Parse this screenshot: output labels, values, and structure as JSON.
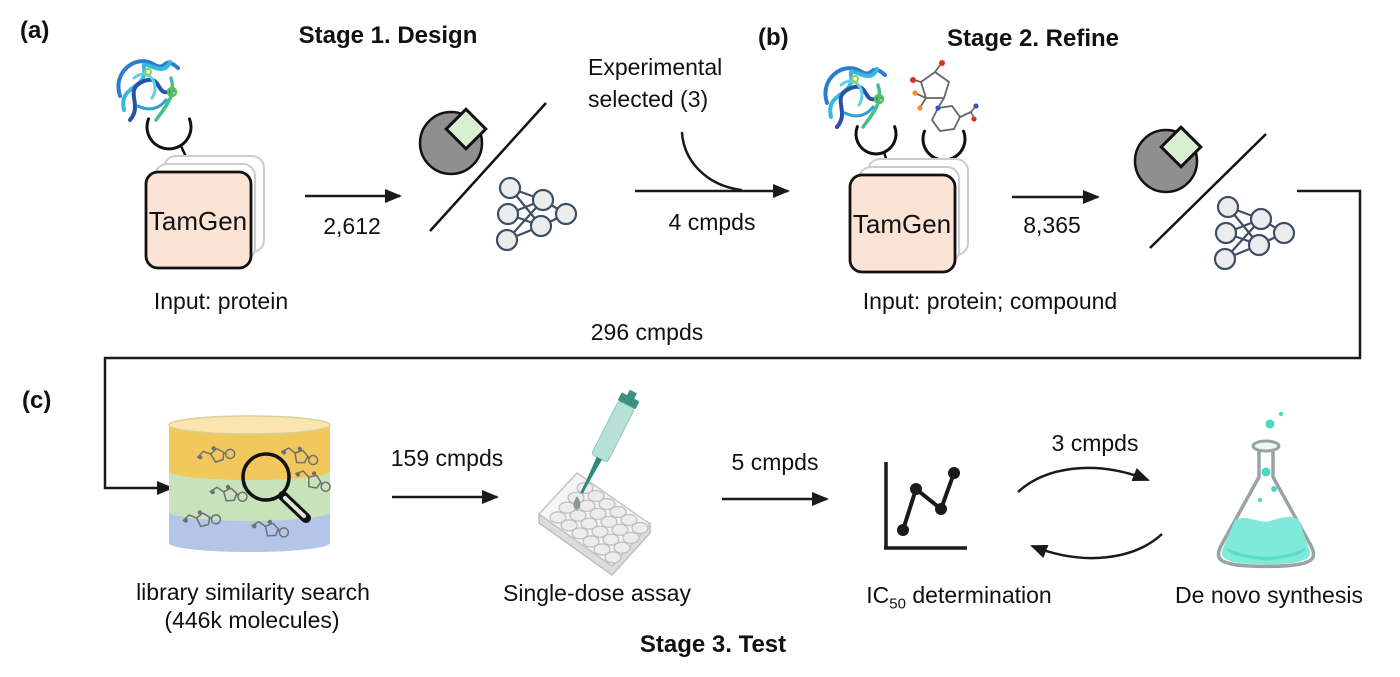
{
  "figure": {
    "panel_a": {
      "label": "(a)",
      "title": "Stage 1. Design",
      "model_name": "TamGen",
      "input_caption": "Input: protein",
      "generated_count": "2,612",
      "note_line1": "Experimental",
      "note_line2": "selected (3)",
      "selected_count": "4 cmpds"
    },
    "panel_b": {
      "label": "(b)",
      "title": "Stage 2. Refine",
      "model_name": "TamGen",
      "input_caption": "Input: protein; compound",
      "generated_count": "8,365",
      "output_count": "296 cmpds"
    },
    "panel_c": {
      "label": "(c)",
      "title": "Stage 3. Test",
      "library_caption_line1": "library similarity search",
      "library_caption_line2": "(446k molecules)",
      "library_hits_count": "159 cmpds",
      "assay_caption": "Single-dose assay",
      "assay_hits_count": "5 cmpds",
      "ic50_prefix": "IC",
      "ic50_sub": "50",
      "ic50_suffix": " determination",
      "cycle_count": "3 cmpds",
      "synthesis_caption": "De novo synthesis"
    },
    "icons": {
      "protein_icon": "protein-3d-structure",
      "pocket_icon": "binding-pocket-arc",
      "filter_icon": "circle-with-green-diamond-selector",
      "nn_icon": "neural-network",
      "library_icon": "compound-library-cylinder-with-magnifier",
      "assay_icon": "pipette-and-well-plate",
      "ic50_icon": "dose-response-chart",
      "cycle_icon": "iteration-cycle-arrows",
      "flask_icon": "erlenmeyer-flask"
    },
    "colors": {
      "tamgen_box_fill": "#fbe3d6",
      "filter_circle_fill": "#8f8f8f",
      "filter_diamond_fill": "#daeed2",
      "nn_node_stroke": "#3d4e66",
      "cylinder_yellow": "#f2c75c",
      "cylinder_green": "#c8e2ba",
      "cylinder_blue": "#b3c6e8",
      "cylinder_top": "#f8e6ae",
      "pipette_teal": "#b8e2d8",
      "flask_liquid": "#7fe9da",
      "line_black": "#1a1a1a"
    }
  }
}
